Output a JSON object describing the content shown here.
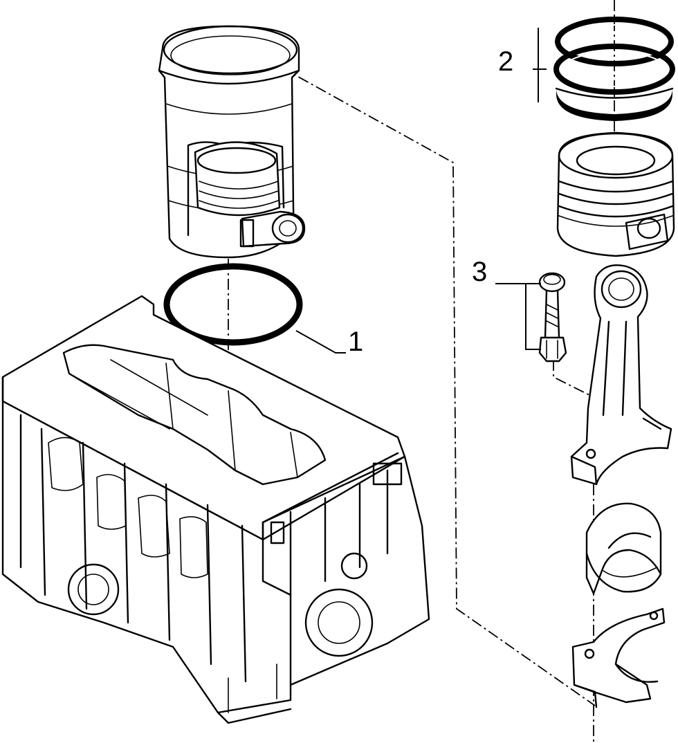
{
  "callouts": [
    {
      "id": "1",
      "label": "1",
      "part": "cylinder-liner-o-ring"
    },
    {
      "id": "2",
      "label": "2",
      "part": "piston-ring-set"
    },
    {
      "id": "3",
      "label": "3",
      "part": "connecting-rod-bolt"
    }
  ],
  "colors": {
    "line": "#000000",
    "background": "#ffffff"
  }
}
